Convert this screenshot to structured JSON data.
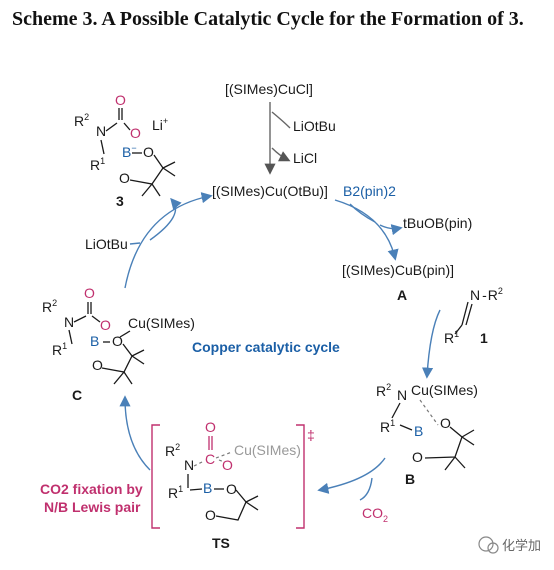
{
  "title": "Scheme 3. A Possible Catalytic Cycle for the Formation of 3.",
  "center_label": "Copper catalytic cycle",
  "side_label_line1": "CO2 fixation by",
  "side_label_line2": "N/B Lewis pair",
  "watermark": "化学加",
  "reagents": {
    "precatalyst": "[(SIMes)CuCl]",
    "base": "LiOtBu",
    "byproduct": "LiCl",
    "active_catalyst": "[(SIMes)Cu(OtBu)]",
    "diboron": "B2(pin)2",
    "borate_byproduct": "tBuOB(pin)",
    "copper_boryl": "[(SIMes)CuB(pin)]",
    "co2": "CO2",
    "lioTBu_return": "LiOtBu"
  },
  "compound_labels": {
    "A": "A",
    "B": "B",
    "C": "C",
    "TS": "TS",
    "product": "3",
    "imine": "1",
    "dagger": "‡"
  },
  "atoms": {
    "R1": "R",
    "R2": "R",
    "N": "N",
    "B": "B",
    "O": "O",
    "C": "C",
    "Cu": "Cu(SIMes)",
    "Li": "Li"
  }
}
